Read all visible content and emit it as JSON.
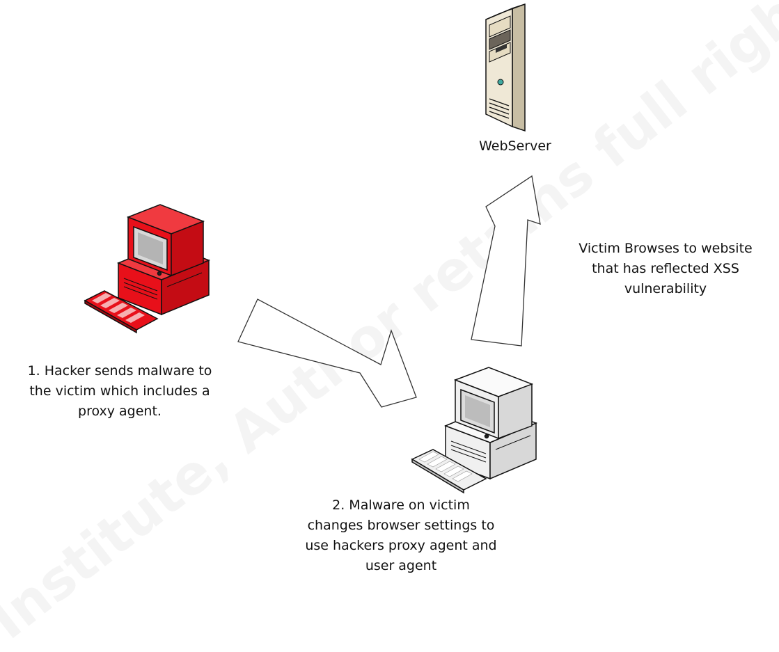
{
  "nodes": {
    "webserver": {
      "label": "WebServer",
      "icon": "server-tower-icon",
      "color": "#efe8d6"
    },
    "hacker": {
      "icon": "computer-icon",
      "color": "#e8101a"
    },
    "victim": {
      "icon": "computer-icon",
      "color": "#f0f0f0"
    }
  },
  "steps": {
    "step1": [
      "1. Hacker sends malware to",
      "the victim which includes a",
      "proxy agent."
    ],
    "step2": [
      "2. Malware on victim",
      "changes browser settings to",
      "use hackers proxy agent and",
      "user agent"
    ],
    "browse": [
      "Victim Browses to website",
      "that has reflected XSS",
      "vulnerability"
    ]
  },
  "watermark": "Institute, Author retains full rights"
}
